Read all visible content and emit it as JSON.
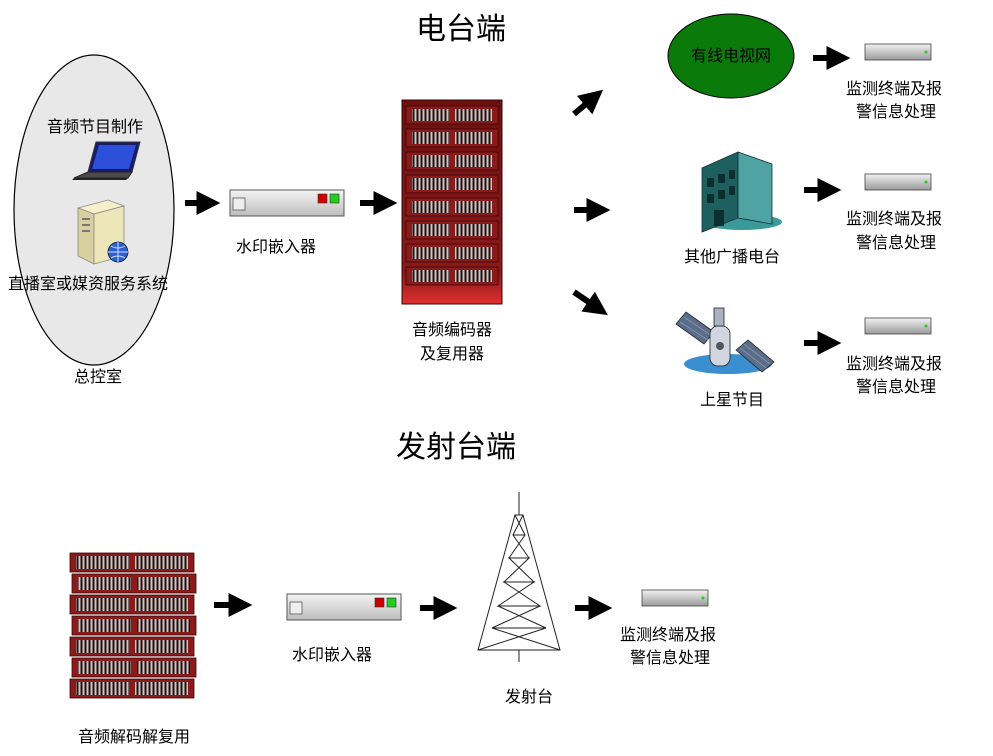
{
  "titles": {
    "station": "电台端",
    "transmit": "发射台端"
  },
  "control_room": {
    "label": "总控室",
    "audio_production": "音频节目制作",
    "media_system": "直播室或媒资服务系统"
  },
  "station": {
    "watermark_embedder": "水印嵌入器",
    "encoder_line1": "音频编码器",
    "encoder_line2": "及复用器",
    "cable_tv": "有线电视网",
    "other_station": "其他广播电台",
    "satellite": "上星节目",
    "monitor_line1": "监测终端及报",
    "monitor_line2": "警信息处理"
  },
  "transmit": {
    "decoder": "音频解码解复用",
    "watermark_embedder": "水印嵌入器",
    "tower": "发射台",
    "monitor_line1": "监测终端及报",
    "monitor_line2": "警信息处理"
  },
  "colors": {
    "ellipse_fill": "#e8e8e8",
    "cable_tv_fill": "#0a7a0a",
    "rack_red": "#8b1a1a",
    "device_gray": "#d8d8d8"
  }
}
